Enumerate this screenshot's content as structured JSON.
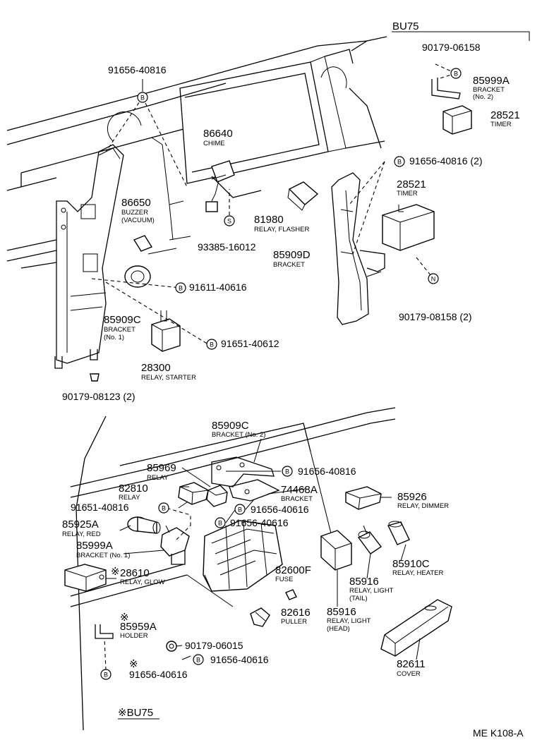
{
  "header": {
    "model": "BU75",
    "model_marked": "※BU75",
    "figure_code": "ME K108-A"
  },
  "symbols": {
    "B": "B",
    "S": "S",
    "N": "N",
    "star": "※"
  },
  "parts": {
    "p91656_40816_top": {
      "num": "91656-40816"
    },
    "p86640": {
      "num": "86640",
      "name": "CHIME"
    },
    "p86650": {
      "num": "86650",
      "name1": "BUZZER",
      "name2": "(VACUUM)"
    },
    "p93385": {
      "num": "93385-16012"
    },
    "p91611": {
      "num": "91611-40616"
    },
    "p85909C_1": {
      "num": "85909C",
      "name1": "BRACKET",
      "name2": "(No. 1)"
    },
    "p91651_40612": {
      "num": "91651-40612"
    },
    "p28300": {
      "num": "28300",
      "name": "RELAY, STARTER"
    },
    "p90179_08123": {
      "num": "90179-08123 (2)"
    },
    "p81980": {
      "num": "81980",
      "name": "RELAY, FLASHER"
    },
    "p85909D": {
      "num": "85909D",
      "name": "BRACKET"
    },
    "p28521_b": {
      "num": "28521",
      "name": "TIMER"
    },
    "p91656_40816_2": {
      "num": "91656-40816 (2)"
    },
    "p90179_08158": {
      "num": "90179-08158 (2)"
    },
    "p90179_06158": {
      "num": "90179-06158"
    },
    "p85999A_top": {
      "num": "85999A",
      "name1": "BRACKET",
      "name2": "(No. 2)"
    },
    "p28521_a": {
      "num": "28521",
      "name": "TIMER"
    },
    "p85909C_2": {
      "num": "85909C",
      "name": "BRACKET (No. 2)"
    },
    "p85969": {
      "num": "85969",
      "name": "RELAY"
    },
    "p91656_40816_mid": {
      "num": "91656-40816"
    },
    "p82810": {
      "num": "82810",
      "name": "RELAY"
    },
    "p74468A": {
      "num": "74468A",
      "name": "BRACKET"
    },
    "p91651_40816": {
      "num": "91651-40816"
    },
    "p91656_40616_a": {
      "num": "91656-40616"
    },
    "p91656_40616_b": {
      "num": "91656-40616"
    },
    "p85926": {
      "num": "85926",
      "name": "RELAY, DIMMER"
    },
    "p85925A": {
      "num": "85925A",
      "name": "RELAY, RED"
    },
    "p85999A_bot": {
      "num": "85999A",
      "name": "BRACKET (No. 1)"
    },
    "p85910C": {
      "num": "85910C",
      "name": "RELAY, HEATER"
    },
    "p28610": {
      "num": "28610",
      "name": "RELAY, GLOW"
    },
    "p82600F": {
      "num": "82600F",
      "name": "FUSE"
    },
    "p85916_tail": {
      "num": "85916",
      "name1": "RELAY, LIGHT",
      "name2": "(TAIL)"
    },
    "p82616": {
      "num": "82616",
      "name": "PULLER"
    },
    "p85916_head": {
      "num": "85916",
      "name1": "RELAY, LIGHT",
      "name2": "(HEAD)"
    },
    "p85959A": {
      "num": "85959A",
      "name": "HOLDER"
    },
    "p90179_06015": {
      "num": "90179-06015"
    },
    "p91656_40616_c": {
      "num": "91656-40616"
    },
    "p91656_40616_d": {
      "num": "91656-40616"
    },
    "p82611": {
      "num": "82611",
      "name": "COVER"
    }
  }
}
